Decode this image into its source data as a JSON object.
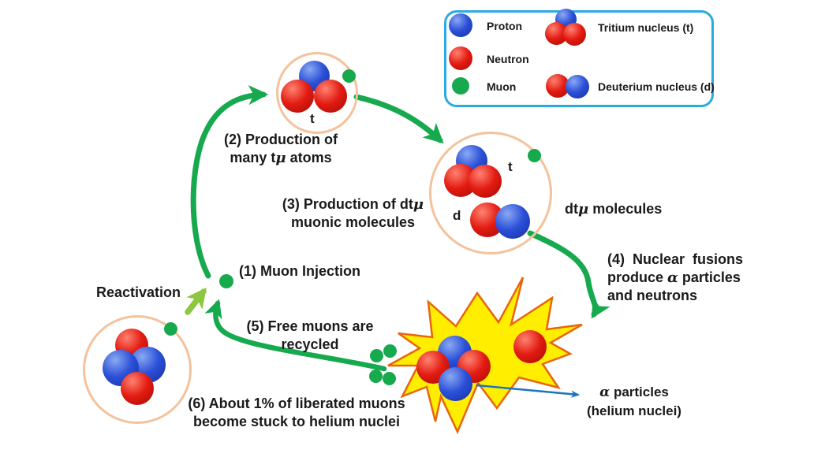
{
  "legend": {
    "items": {
      "proton": "Proton",
      "neutron": "Neutron",
      "muon": "Muon",
      "tritium": "Tritium nucleus (t)",
      "deuterium": "Deuterium nucleus (d)"
    }
  },
  "atoms": {
    "top_t_label": "t",
    "right_t_label": "t",
    "right_d_label": "d"
  },
  "steps": {
    "s1": "(1) Muon Injection",
    "s2_l1": "(2) Production of",
    "s2_l2_pre": "many t",
    "s2_l2_mu": "μ",
    "s2_l2_post": " atoms",
    "s3_l1_pre": "(3) Production of dt",
    "s3_l1_mu": "μ",
    "s3_l2": "muonic molecules",
    "s4_l1": "(4)  Nuclear  fusions",
    "s4_l2_pre": "produce ",
    "s4_l2_alpha": "α",
    "s4_l2_post": " particles",
    "s4_l3": "and neutrons",
    "s5_l1": "(5) Free muons are",
    "s5_l2": "recycled",
    "s6_l1": "(6) About 1% of liberated muons",
    "s6_l2": "become stuck to helium nuclei"
  },
  "annotations": {
    "reactivation": "Reactivation",
    "dtu_pre": "dt",
    "dtu_mu": "μ",
    "dtu_post": " molecules",
    "alpha_sym": "α",
    "alpha_post": " particles",
    "alpha_l2": "(helium nuclei)"
  },
  "colors": {
    "muon_green": "#17a94e",
    "reactivation_green": "#8dc63f",
    "atom_ring_peach": "#f4c29b",
    "explosion_fill": "#ffee00",
    "explosion_stroke": "#e8650d",
    "legend_border": "#29abe2",
    "alpha_arrow_blue": "#1b75bc",
    "proton_blue": "#2b50d8",
    "neutron_red": "#e31b12",
    "text": "#1a1a1a"
  }
}
